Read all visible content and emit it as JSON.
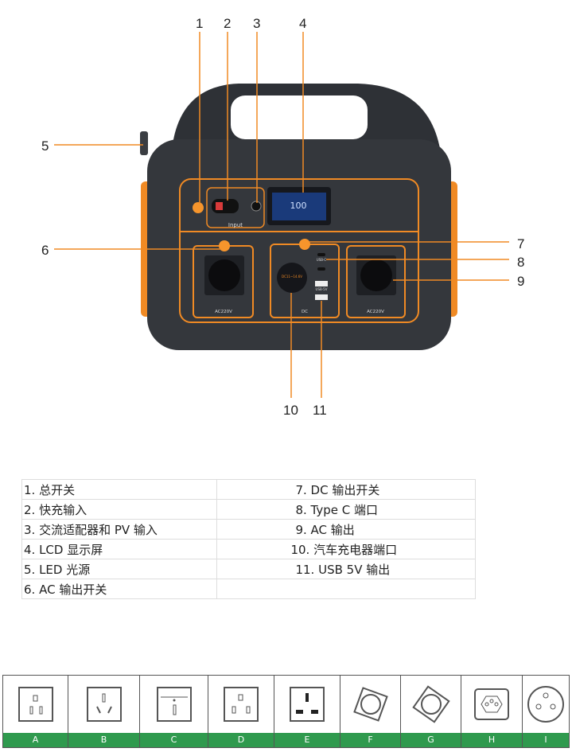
{
  "callouts": [
    "1",
    "2",
    "3",
    "4",
    "5",
    "6",
    "7",
    "8",
    "9",
    "10",
    "11"
  ],
  "device": {
    "input_label": "Input",
    "ac_left": "AC220V",
    "ac_right": "AC220V",
    "dc_label": "DC",
    "usbc_label": "USB-C",
    "usb5v_label": "USB-5V",
    "lcd_value": "100",
    "car_port_text": "DC11~14.6V",
    "accent": "#f08a24"
  },
  "legend": {
    "left": [
      "1. 总开关",
      "2. 快充输入",
      "3. 交流适配器和 PV 输入",
      "4. LCD 显示屏",
      "5. LED 光源",
      "6. AC 输出开关"
    ],
    "right": [
      "7. DC 输出开关",
      "8. Type C 端口",
      "9. AC 输出",
      "10. 汽车充电器端口",
      "11. USB 5V 输出",
      ""
    ]
  },
  "sockets": [
    "A",
    "B",
    "C",
    "D",
    "E",
    "F",
    "G",
    "H",
    "I"
  ]
}
